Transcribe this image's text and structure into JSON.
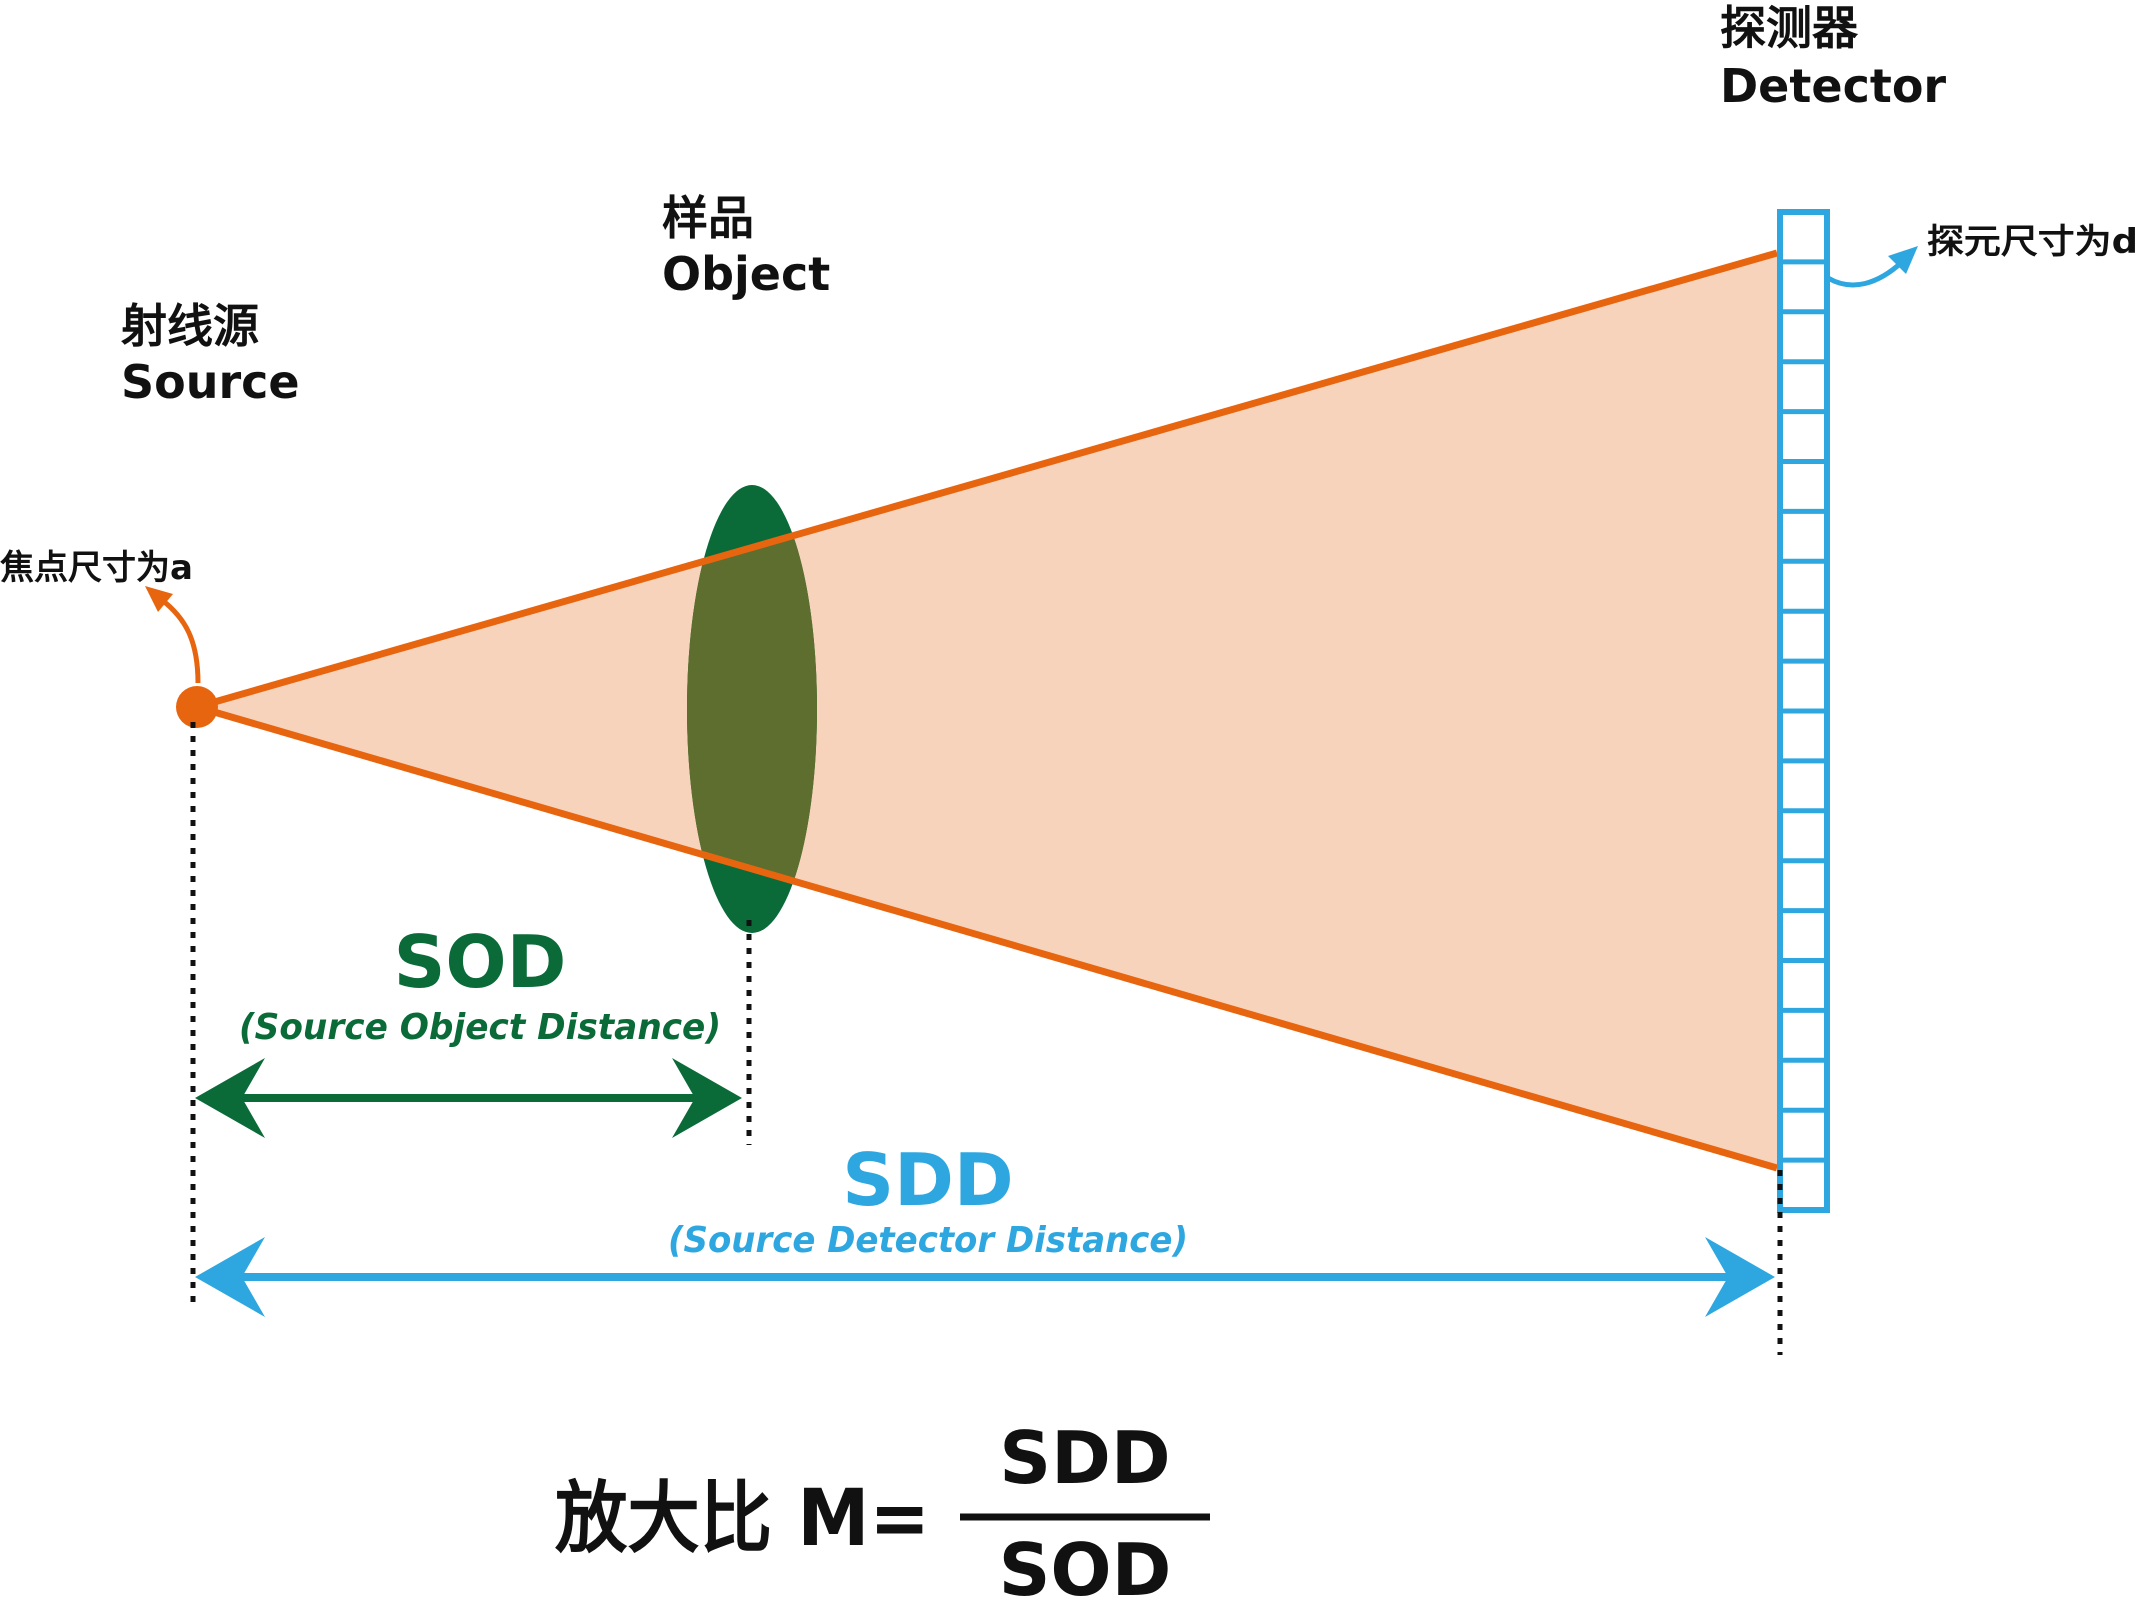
{
  "labels": {
    "source_cn": "射线源",
    "source_en": "Source",
    "object_cn": "样品",
    "object_en": "Object",
    "detector_cn": "探测器",
    "detector_en": "Detector",
    "focal_size": "焦点尺寸为a",
    "pixel_size": "探元尺寸为d",
    "sod": "SOD",
    "sod_full": "(Source Object Distance)",
    "sdd": "SDD",
    "sdd_full": "(Source Detector Distance)",
    "formula_prefix": "放大比 M=",
    "formula_numerator": "SDD",
    "formula_denominator": "SOD"
  },
  "colors": {
    "beam_fill": "#f8d3bb",
    "beam_edge": "#e8650f",
    "source": "#e8650f",
    "object_outer": "#0a6b39",
    "object_inner": "#5e6e2e",
    "detector": "#2ea7e0",
    "sod_arrow": "#0a6b39",
    "sdd_arrow": "#2ea7e0",
    "text": "#111111"
  },
  "detector_cells": 20
}
